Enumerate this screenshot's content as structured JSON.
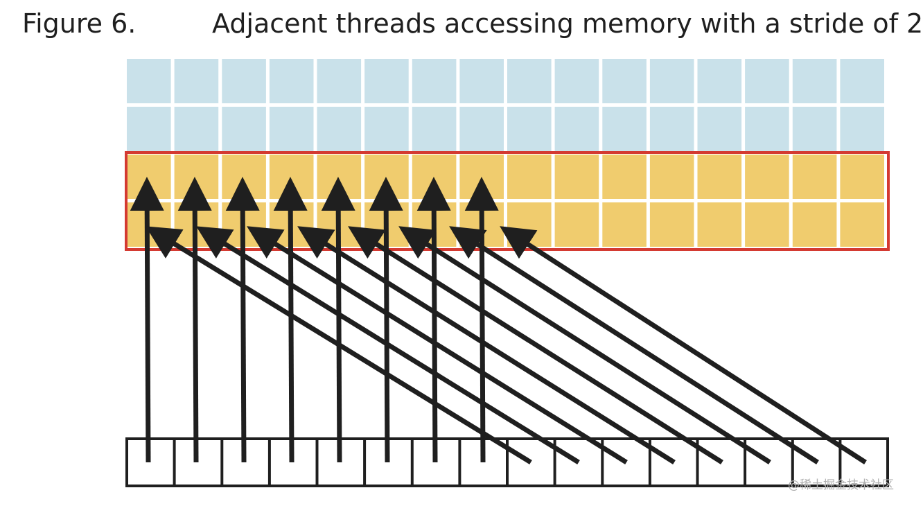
{
  "figure": {
    "label": "Figure 6.",
    "title": "Adjacent threads accessing memory with a stride of 2"
  },
  "memory": {
    "rows": [
      {
        "color": "#c9e1ea",
        "highlighted": false
      },
      {
        "color": "#c9e1ea",
        "highlighted": false
      },
      {
        "color": "#f0cc6e",
        "highlighted": true
      },
      {
        "color": "#f0cc6e",
        "highlighted": true
      }
    ],
    "cells_per_row": 16,
    "highlight_border_color": "#d43a32"
  },
  "threads": {
    "count": 16
  },
  "stride": 2,
  "arrow_color": "#1f1f1f",
  "watermark": "@稀土掘金技术社区"
}
